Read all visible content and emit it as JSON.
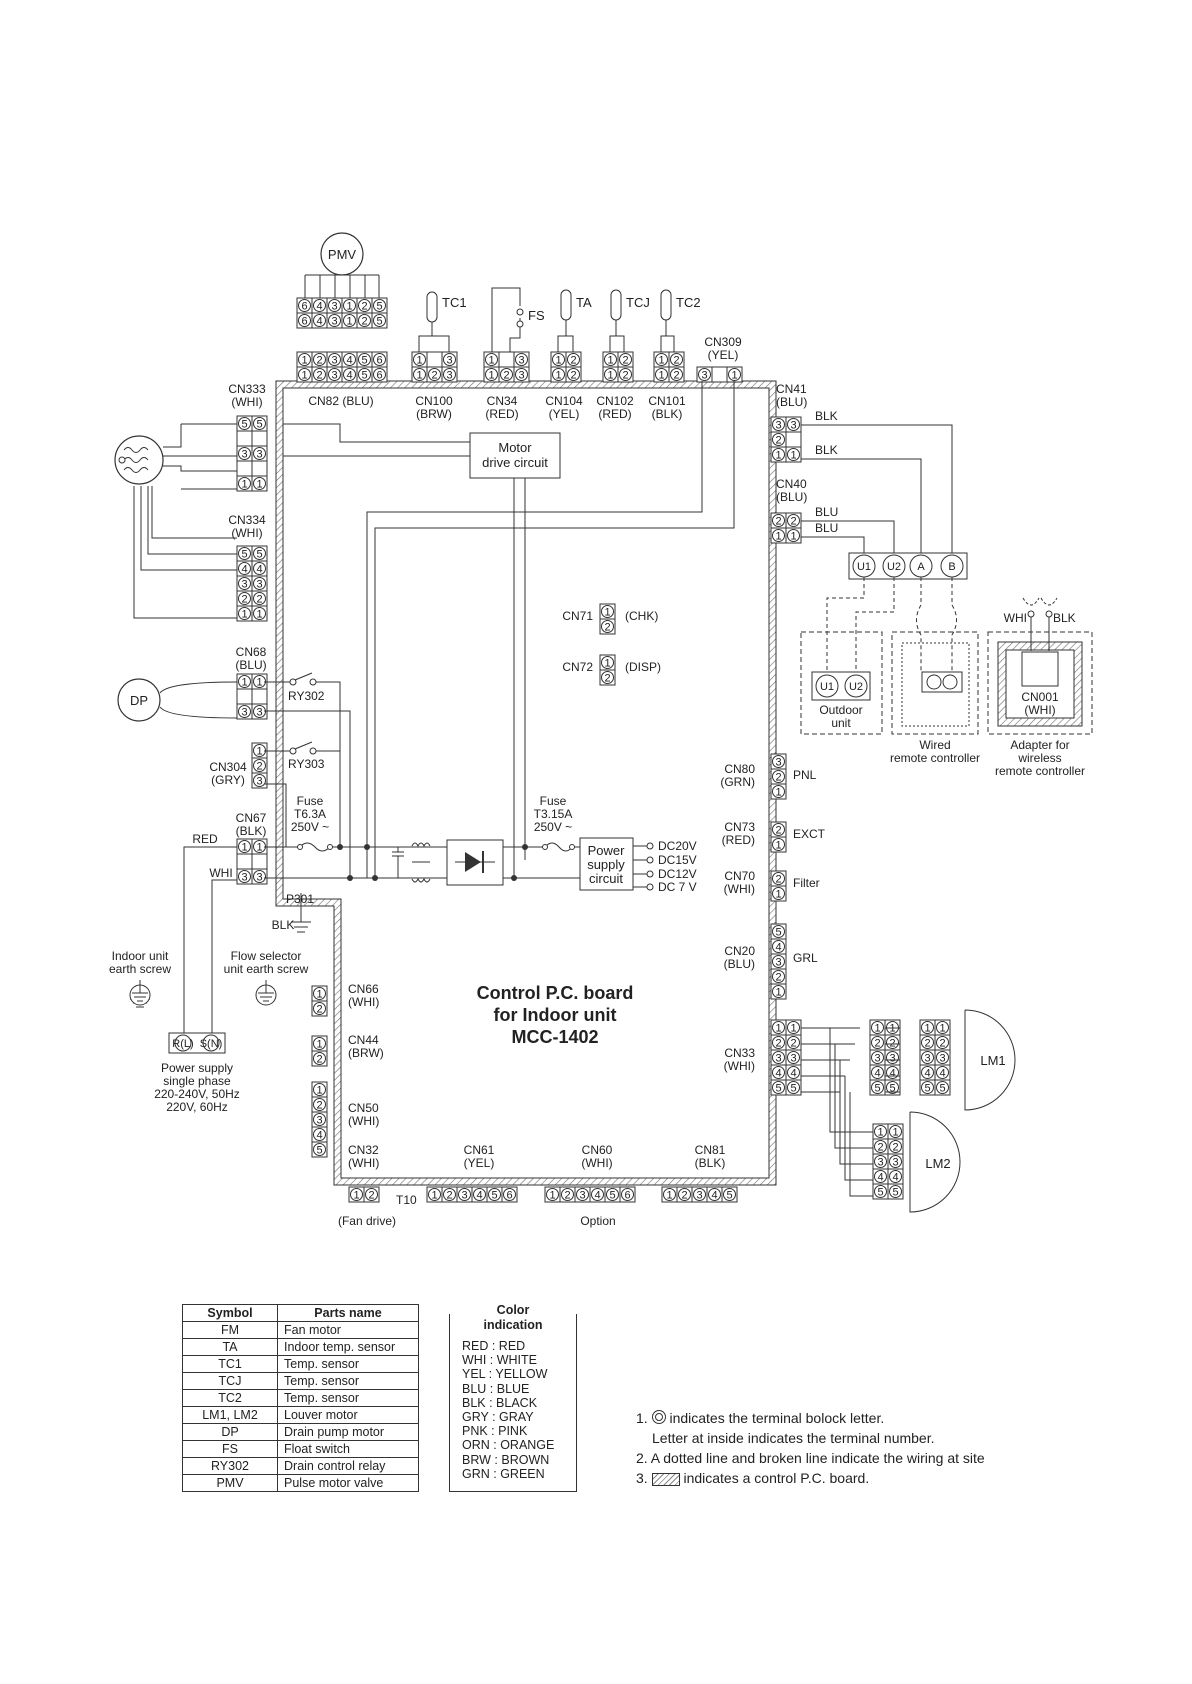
{
  "board": {
    "title_line1": "Control P.C. board",
    "title_line2": "for Indoor unit",
    "title_line3": "MCC-1402"
  },
  "top_components": {
    "pmv": "PMV",
    "tc1": "TC1",
    "fs": "FS",
    "ta": "TA",
    "tcj": "TCJ",
    "tc2": "TC2",
    "cn309_line1": "CN309",
    "cn309_line2": "(YEL)"
  },
  "connectors_top": [
    {
      "name": "CN82 (BLU)",
      "color": ""
    },
    {
      "name": "CN100",
      "color": "(BRW)"
    },
    {
      "name": "CN34",
      "color": "(RED)"
    },
    {
      "name": "CN104",
      "color": "(YEL)"
    },
    {
      "name": "CN102",
      "color": "(RED)"
    },
    {
      "name": "CN101",
      "color": "(BLK)"
    }
  ],
  "connectors_left": {
    "cn333": [
      "CN333",
      "(WHI)"
    ],
    "cn334": [
      "CN334",
      "(WHI)"
    ],
    "cn68": [
      "CN68",
      "(BLU)"
    ],
    "cn304": [
      "CN304",
      "(GRY)"
    ],
    "cn67": [
      "CN67",
      "(BLK)"
    ],
    "cn66": [
      "CN66",
      "(WHI)"
    ],
    "cn44": [
      "CN44",
      "(BRW)"
    ],
    "cn50": [
      "CN50",
      "(WHI)"
    ],
    "cn32": [
      "CN32",
      "(WHI)"
    ],
    "p301": "P301"
  },
  "connectors_right": {
    "cn41": [
      "CN41",
      "(BLU)"
    ],
    "cn40": [
      "CN40",
      "(BLU)"
    ],
    "cn80": [
      "CN80",
      "(GRN)"
    ],
    "cn73": [
      "CN73",
      "(RED)"
    ],
    "cn70": [
      "CN70",
      "(WHI)"
    ],
    "cn20": [
      "CN20",
      "(BLU)"
    ],
    "cn33": [
      "CN33",
      "(WHI)"
    ],
    "pnl": "PNL",
    "exct": "EXCT",
    "filter": "Filter",
    "grl": "GRL"
  },
  "connectors_bottom": {
    "t10": "T10",
    "fan_drive": "(Fan drive)",
    "cn61": [
      "CN61",
      "(YEL)"
    ],
    "cn60": [
      "CN60",
      "(WHI)"
    ],
    "cn81": [
      "CN81",
      "(BLK)"
    ],
    "option": "Option"
  },
  "inner": {
    "motor_drive_1": "Motor",
    "motor_drive_2": "drive circuit",
    "cn71": "CN71",
    "cn71_tag": "(CHK)",
    "cn72": "CN72",
    "cn72_tag": "(DISP)",
    "ry302": "RY302",
    "ry303": "RY303",
    "fuse1": [
      "Fuse",
      "T6.3A",
      "250V ~"
    ],
    "fuse2": [
      "Fuse",
      "T3.15A",
      "250V ~"
    ],
    "psu": [
      "Power",
      "supply",
      "circuit"
    ],
    "dc": [
      "DC20V",
      "DC15V",
      "DC12V",
      "DC 7 V"
    ]
  },
  "wires": {
    "blk": "BLK",
    "blu": "BLU",
    "red": "RED",
    "whi": "WHI"
  },
  "external": {
    "dp": "DP",
    "terminal": [
      "U1",
      "U2",
      "A",
      "B"
    ],
    "outdoor": [
      "Outdoor",
      "unit"
    ],
    "wired_rc": [
      "Wired",
      "remote controller"
    ],
    "adapter": [
      "Adapter for",
      "wireless",
      "remote controller"
    ],
    "cn001": [
      "CN001",
      "(WHI)"
    ],
    "whi": "WHI",
    "blk": "BLK",
    "lm1": "LM1",
    "lm2": "LM2",
    "indoor_earth": [
      "Indoor unit",
      "earth screw"
    ],
    "flow_earth": [
      "Flow selector",
      "unit earth screw"
    ],
    "power_terminal": [
      "R(L)",
      "S(N)"
    ],
    "power_supply": [
      "Power supply",
      "single phase",
      "220-240V, 50Hz",
      "220V, 60Hz"
    ]
  },
  "parts_table": {
    "headers": [
      "Symbol",
      "Parts name"
    ],
    "rows": [
      [
        "FM",
        "Fan motor"
      ],
      [
        "TA",
        "Indoor temp. sensor"
      ],
      [
        "TC1",
        "Temp. sensor"
      ],
      [
        "TCJ",
        "Temp. sensor"
      ],
      [
        "TC2",
        "Temp. sensor"
      ],
      [
        "LM1, LM2",
        "Louver motor"
      ],
      [
        "DP",
        "Drain pump motor"
      ],
      [
        "FS",
        "Float switch"
      ],
      [
        "RY302",
        "Drain control relay"
      ],
      [
        "PMV",
        "Pulse motor valve"
      ]
    ]
  },
  "color_indication": {
    "title_line1": "Color",
    "title_line2": "indication",
    "items": [
      "RED : RED",
      "WHI : WHITE",
      "YEL : YELLOW",
      "BLU : BLUE",
      "BLK : BLACK",
      "GRY : GRAY",
      "PNK : PINK",
      "ORN : ORANGE",
      "BRW : BROWN",
      "GRN : GREEN"
    ]
  },
  "notes": {
    "n1a": "1. ",
    "n1b": " indicates the terminal bolock letter.",
    "n1c": "Letter at inside indicates the terminal number.",
    "n2": "2. A dotted line and broken line indicate the wiring at site",
    "n3a": "3. ",
    "n3b": " indicates a control P.C. board."
  }
}
